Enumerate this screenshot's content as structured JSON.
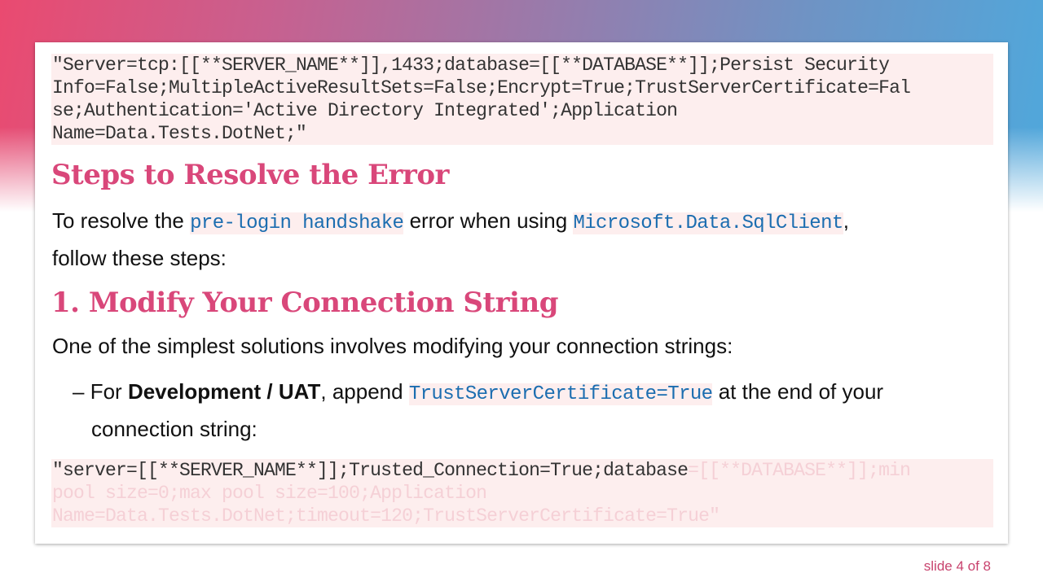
{
  "code_block_1": {
    "lines": [
      "\"Server=tcp:[[**SERVER_NAME**]],1433;database=[[**DATABASE**]];Persist Security",
      "Info=False;MultipleActiveResultSets=False;Encrypt=True;TrustServerCertificate=Fal",
      "se;Authentication='Active Directory Integrated';Application",
      "Name=Data.Tests.DotNet;\""
    ]
  },
  "heading_1": "Steps to Resolve the Error",
  "intro": {
    "text_1": "To resolve the ",
    "code_1": "pre-login handshake",
    "text_2": " error when using ",
    "code_2": "Microsoft.Data.SqlClient",
    "text_3": ",",
    "text_4": "follow these steps:"
  },
  "heading_2": "1. Modify Your Connection String",
  "para_2": "One of the simplest solutions involves modifying your connection strings:",
  "bullet": {
    "marker": "–",
    "text_1": "For ",
    "bold": "Development / UAT",
    "text_2": ", append ",
    "code": "TrustServerCertificate=True",
    "text_3": " at the end of your",
    "text_4": "connection string:"
  },
  "code_block_2": {
    "visible": "\"server=[[**SERVER_NAME**]];Trusted_Connection=True;database",
    "faded_1": "=[[**DATABASE**]];min",
    "faded_2": "pool size=0;max pool size=100;Application",
    "faded_3": "Name=Data.Tests.DotNet;timeout=120;TrustServerCertificate=True\""
  },
  "footer": "slide 4 of 8",
  "colors": {
    "heading": "#d9477a",
    "inline_code": "#1b6db0",
    "code_bg": "#fdeeee"
  }
}
